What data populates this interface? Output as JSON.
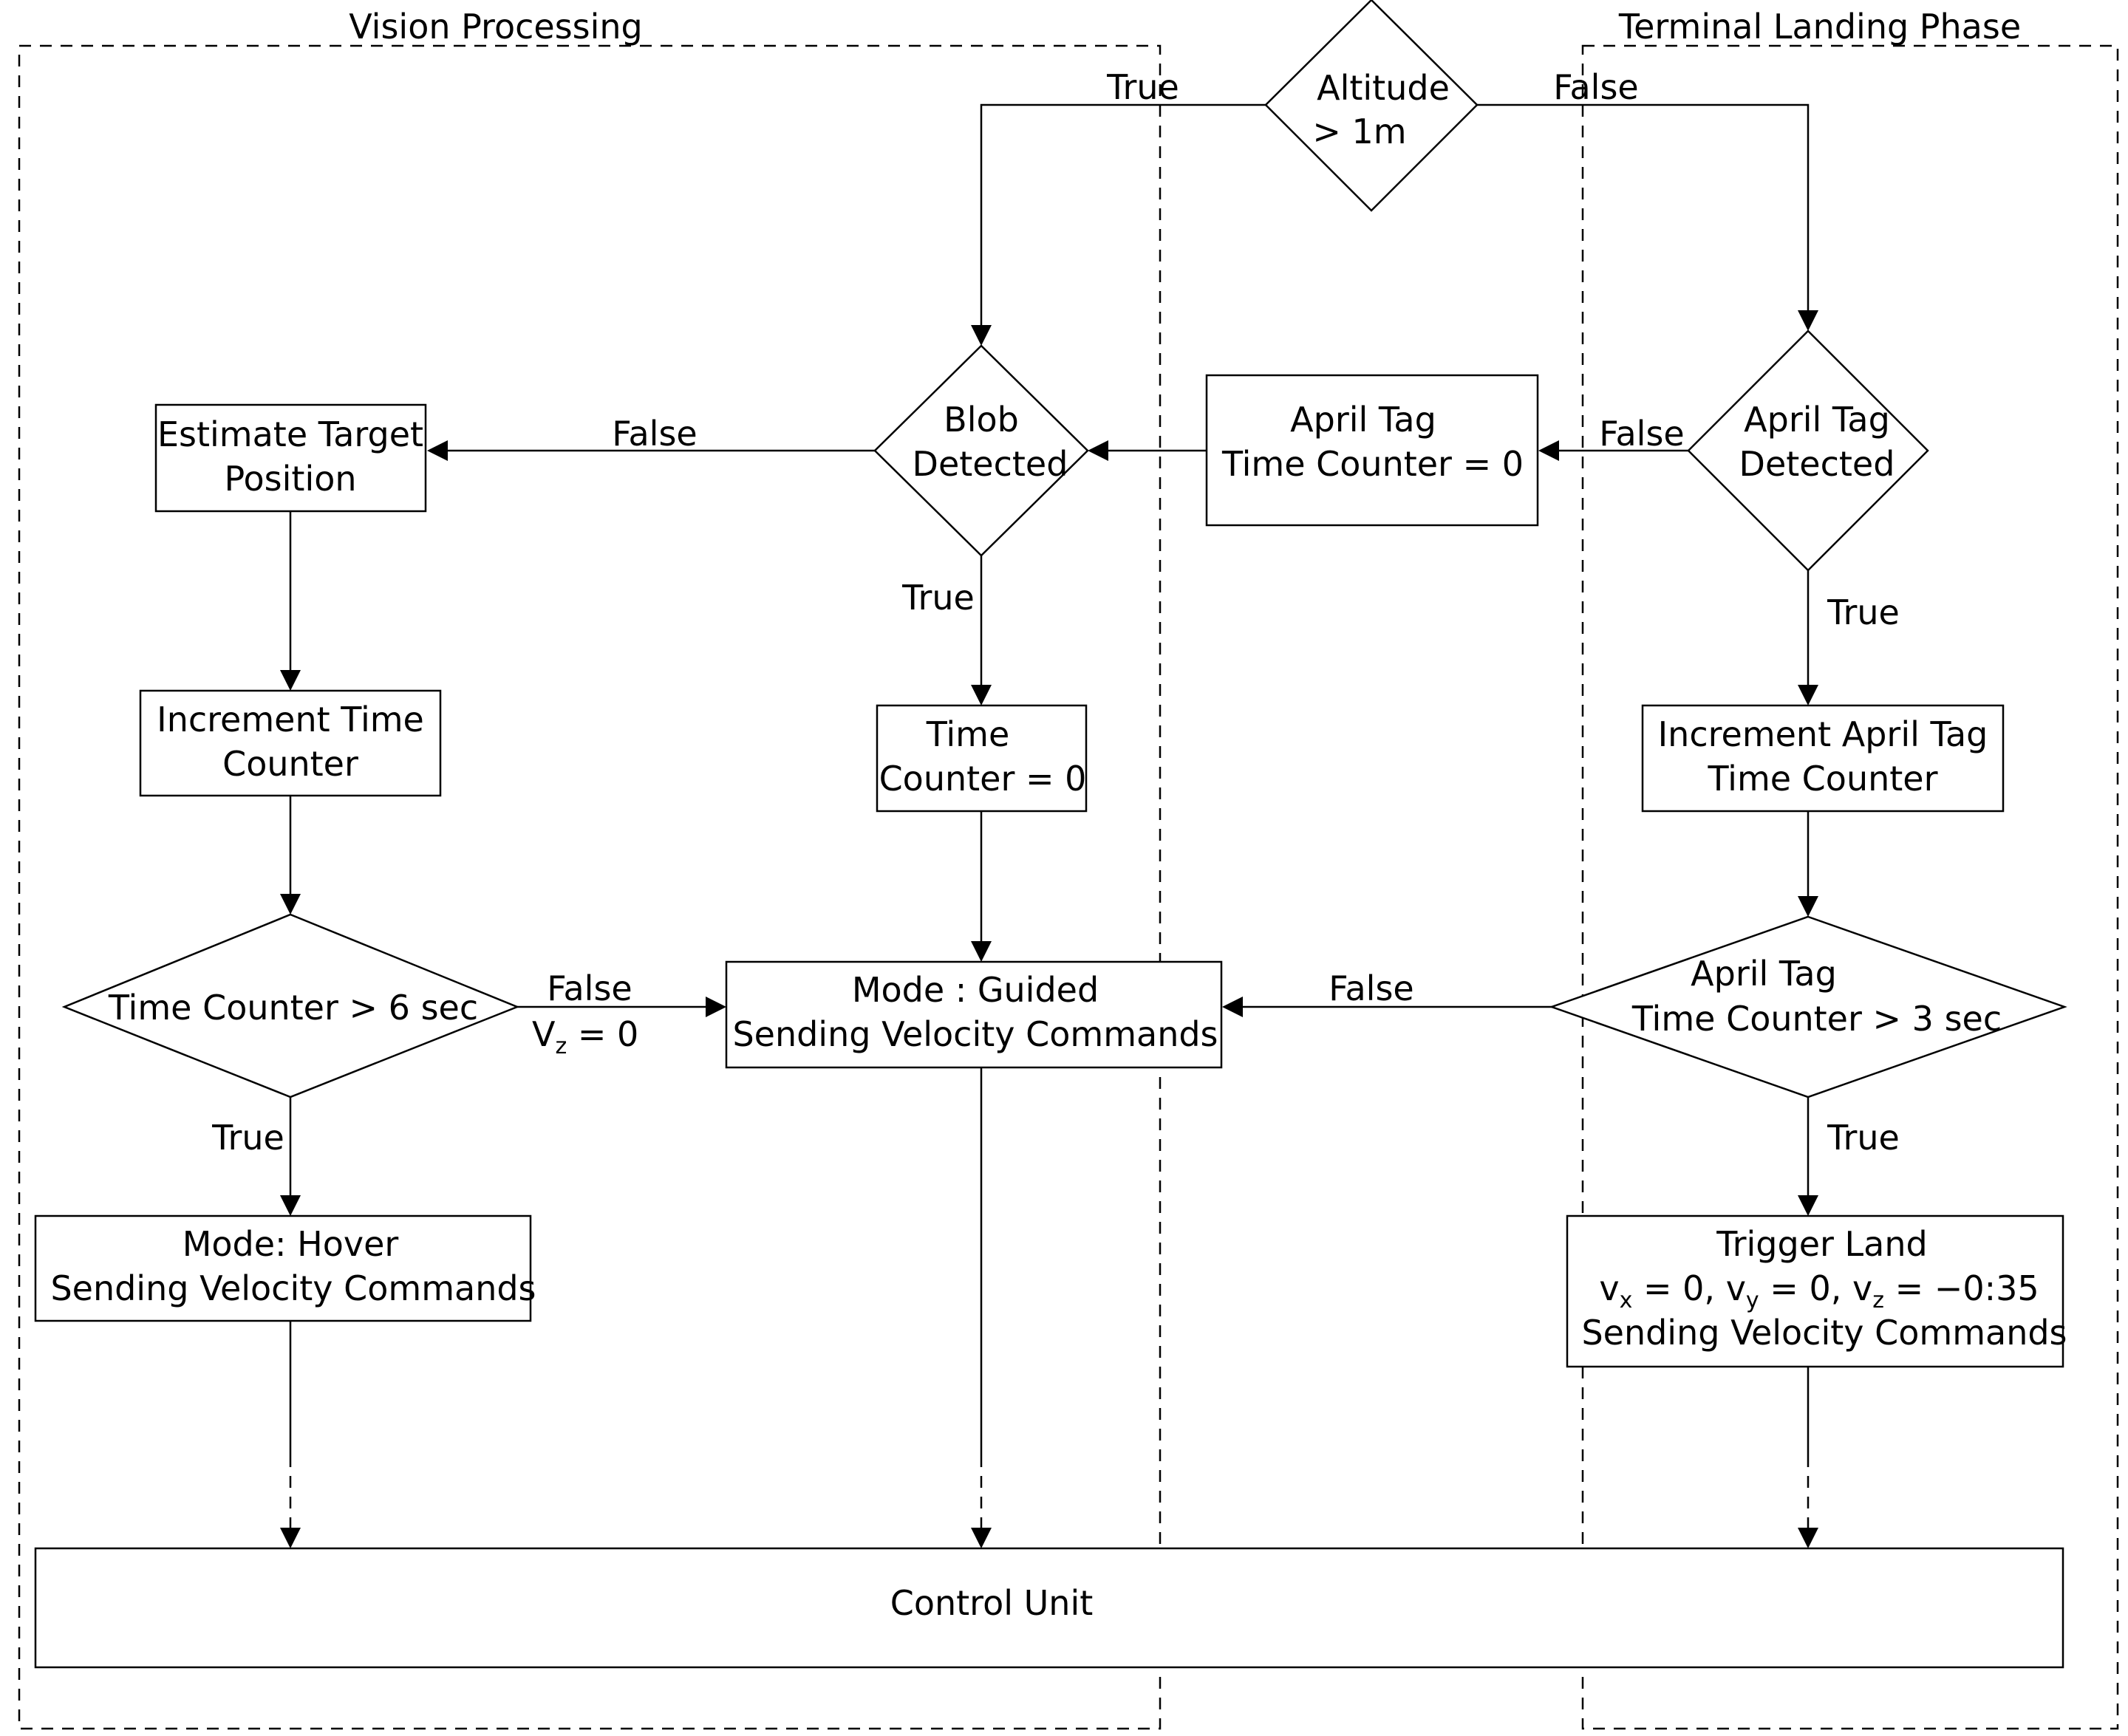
{
  "regions": {
    "vision": "Vision Processing",
    "terminal": "Terminal Landing Phase"
  },
  "nodes": {
    "altitude": [
      "Altitude",
      "> 1m"
    ],
    "blob": [
      "Blob",
      "Detected"
    ],
    "april_reset": [
      "April Tag",
      "Time Counter = 0"
    ],
    "april_detected": [
      "April Tag",
      "Detected"
    ],
    "estimate": [
      "Estimate Target",
      "Position"
    ],
    "increment_time": [
      "Increment Time",
      "Counter"
    ],
    "time_zero": [
      "Time",
      "Counter = 0"
    ],
    "increment_april": [
      "Increment April Tag",
      "Time Counter"
    ],
    "time_gt6": "Time Counter > 6 sec",
    "guided": [
      "Mode : Guided",
      "Sending Velocity Commands"
    ],
    "april_gt3": [
      "April Tag",
      "Time Counter > 3 sec"
    ],
    "hover": [
      "Mode: Hover",
      "Sending Velocity Commands"
    ],
    "trigger": {
      "line1": "Trigger Land",
      "vx": "v",
      "vx_sub": "x",
      "vx_val": " = 0, ",
      "vy": "v",
      "vy_sub": "y",
      "vy_val": " = 0, ",
      "vz": "v",
      "vz_sub": "z",
      "vz_val": " = −0:35",
      "line3": "Sending Velocity Commands"
    },
    "control": "Control Unit"
  },
  "edge_labels": {
    "alt_true": "True",
    "alt_false": "False",
    "blob_false": "False",
    "blob_true": "True",
    "april_false": "False",
    "april_true": "True",
    "time_false": "False",
    "vz_symbol": "V",
    "vz_sub": "z",
    "vz_value": " = 0",
    "time_true": "True",
    "gt3_false": "False",
    "gt3_true": "True"
  }
}
